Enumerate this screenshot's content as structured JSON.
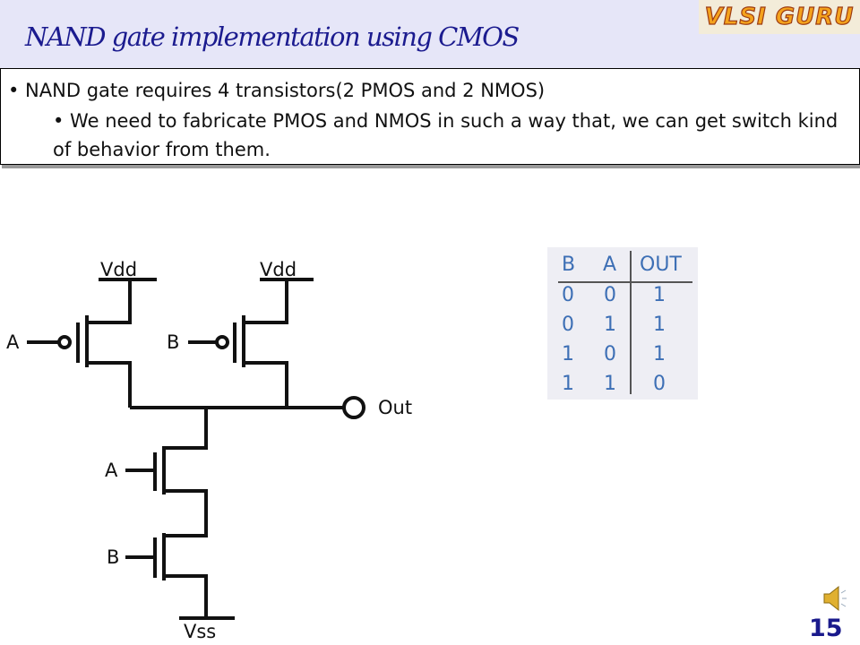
{
  "slide": {
    "title": "NAND gate implementation using CMOS",
    "logo_text": "VLSI GURU",
    "page_number": "15"
  },
  "bullets": [
    "• NAND gate requires 4 transistors(2 PMOS and 2 NMOS)",
    "• We need to fabricate PMOS and NMOS in such a way that, we can get switch kind of behavior from them."
  ],
  "circuit": {
    "vdd_left": "Vdd",
    "vdd_right": "Vdd",
    "pmos_a": "A",
    "pmos_b": "B",
    "out": "Out",
    "nmos_a": "A",
    "nmos_b": "B",
    "vss": "Vss"
  },
  "truth_table": {
    "headers": [
      "B",
      "A",
      "OUT"
    ],
    "rows": [
      [
        "0",
        "0",
        "1"
      ],
      [
        "0",
        "1",
        "1"
      ],
      [
        "1",
        "0",
        "1"
      ],
      [
        "1",
        "1",
        "0"
      ]
    ]
  },
  "icons": {
    "speaker": "speaker-icon"
  }
}
